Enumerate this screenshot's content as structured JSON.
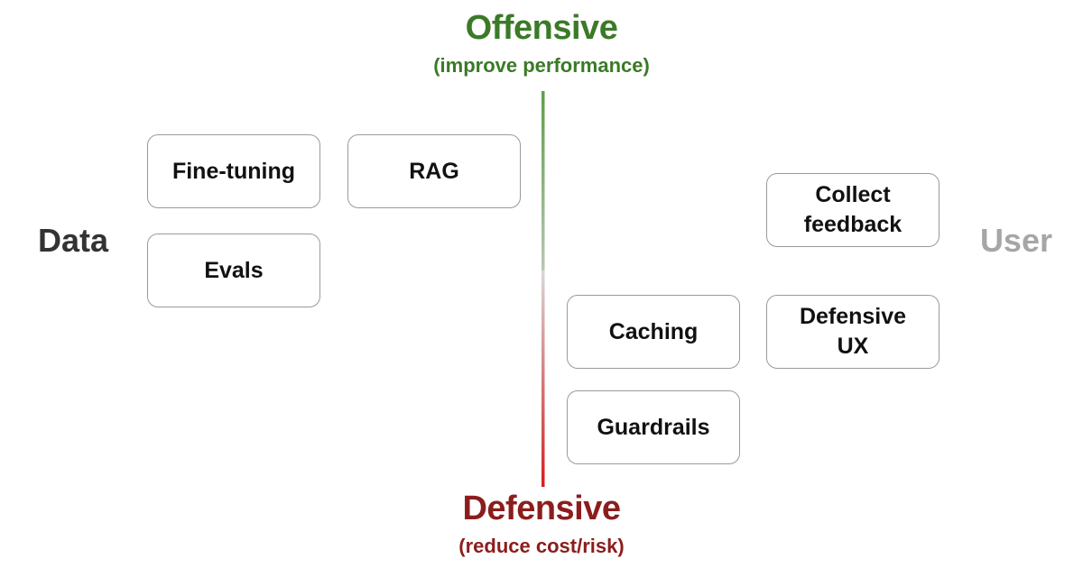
{
  "vertical_axis": {
    "top": {
      "title": "Offensive",
      "subtitle": "(improve performance)",
      "color": "#3b7a27"
    },
    "bottom": {
      "title": "Defensive",
      "subtitle": "(reduce cost/risk)",
      "color": "#8c1d1d"
    }
  },
  "horizontal_axis": {
    "left": {
      "label": "Data",
      "color": "#333333"
    },
    "right": {
      "label": "User",
      "color": "#a6a6a6"
    }
  },
  "items": {
    "fine_tuning": "Fine-tuning",
    "rag": "RAG",
    "evals": "Evals",
    "collect_feedback": "Collect\nfeedback",
    "caching": "Caching",
    "defensive_ux": "Defensive\nUX",
    "guardrails": "Guardrails"
  }
}
